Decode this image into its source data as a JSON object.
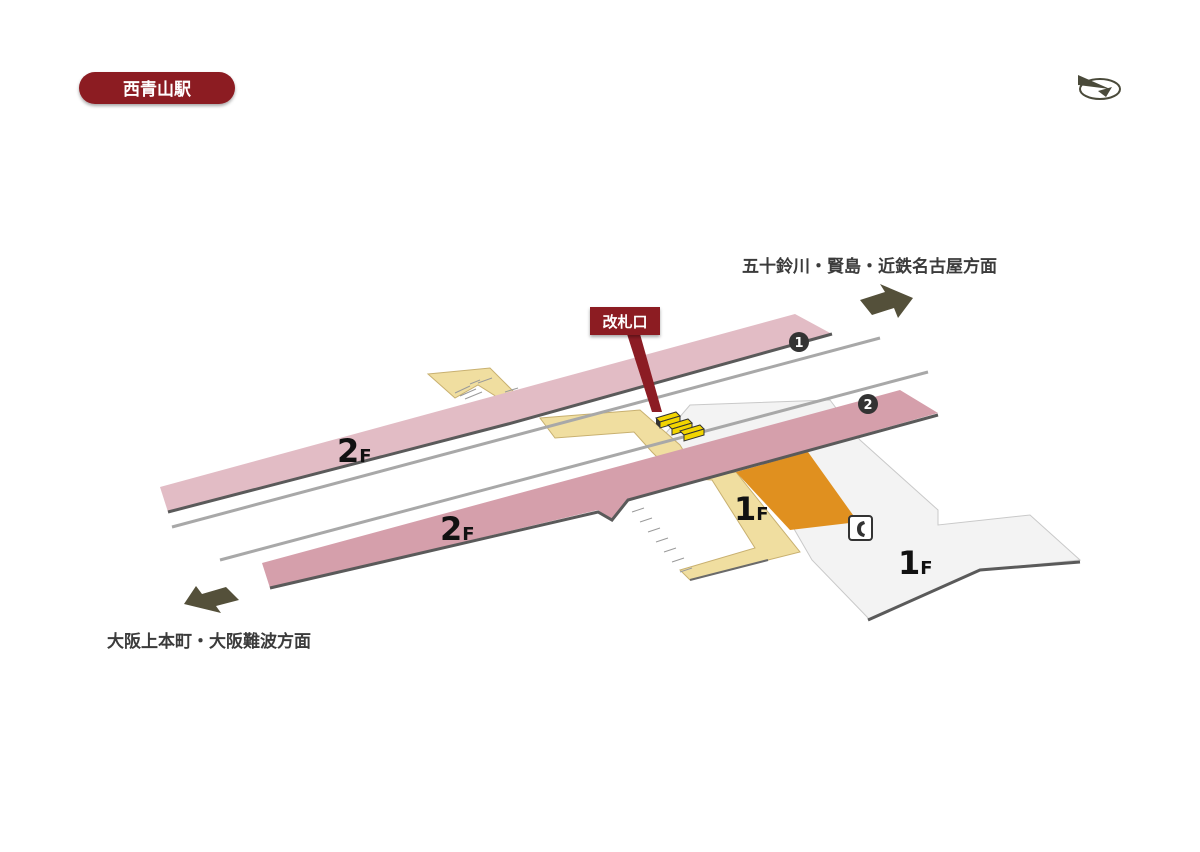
{
  "station": {
    "name": "西青山駅"
  },
  "directions": {
    "upper": "五十鈴川・賢島・近鉄名古屋方面",
    "lower": "大阪上本町・大阪難波方面"
  },
  "ticket_gate": {
    "label": "改札口"
  },
  "platforms": [
    {
      "number": "1",
      "floor": "2",
      "floor_unit": "F"
    },
    {
      "number": "2",
      "floor": "2",
      "floor_unit": "F"
    }
  ],
  "ground_floor": [
    {
      "floor": "1",
      "floor_unit": "F"
    },
    {
      "floor": "1",
      "floor_unit": "F"
    }
  ],
  "icons": {
    "compass": "compass-icon",
    "phone": "phone-icon",
    "arrow_upper": "arrow-icon",
    "arrow_lower": "arrow-icon"
  },
  "colors": {
    "station_badge": "#8c1c24",
    "platform_upper": "#e2bcc5",
    "platform_lower": "#d59fab",
    "concourse": "#f0dea0",
    "ground": "#f3f3f3",
    "waiting_area": "#e0901f",
    "ticket_gate_device": "#f2d500",
    "arrow": "#54503a",
    "label_text": "#3b3b3b",
    "track": "#a8a8a8"
  }
}
